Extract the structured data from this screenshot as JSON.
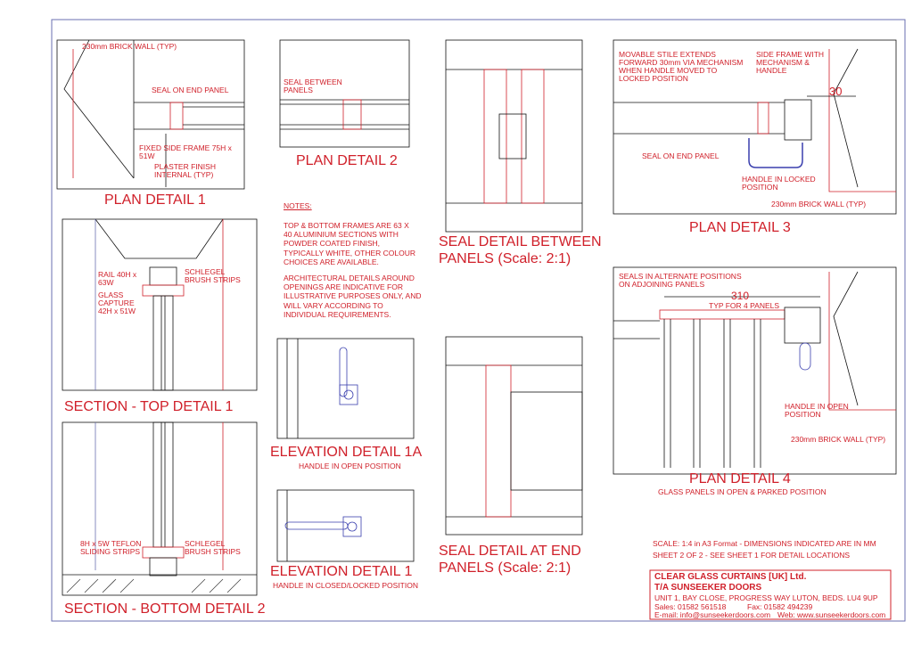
{
  "details": {
    "plan1": {
      "title": "PLAN DETAIL 1",
      "brick": "230mm BRICK WALL (TYP)",
      "seal": "SEAL ON END PANEL",
      "frame": "FIXED SIDE FRAME 75H x 51W",
      "plaster": "PLASTER FINISH INTERNAL (TYP)"
    },
    "plan2": {
      "title": "PLAN DETAIL 2",
      "seal": "SEAL BETWEEN PANELS"
    },
    "seal_between": {
      "title": "SEAL DETAIL BETWEEN PANELS (Scale: 2:1)"
    },
    "plan3": {
      "title": "PLAN DETAIL 3",
      "stile": "MOVABLE STILE EXTENDS FORWARD 30mm VIA MECHANISM WHEN HANDLE MOVED TO LOCKED POSITION",
      "side": "SIDE FRAME WITH MECHANISM & HANDLE",
      "dim": "30",
      "seal": "SEAL ON END PANEL",
      "handle": "HANDLE IN LOCKED POSITION",
      "brick": "230mm BRICK WALL (TYP)"
    },
    "top1": {
      "title": "SECTION - TOP DETAIL 1",
      "rail": "RAIL 40H x 63W",
      "glass": "GLASS CAPTURE 42H x 51W",
      "brush": "SCHLEGEL BRUSH STRIPS"
    },
    "notes": {
      "heading": "NOTES:",
      "p1": "TOP & BOTTOM FRAMES ARE 63 X 40 ALUMINIUM SECTIONS WITH POWDER COATED FINISH, TYPICALLY WHITE, OTHER COLOUR CHOICES ARE AVAILABLE.",
      "p2": "ARCHITECTURAL DETAILS AROUND OPENINGS ARE INDICATIVE FOR ILLUSTRATIVE PURPOSES ONLY, AND WILL VARY ACCORDING TO INDIVIDUAL REQUIREMENTS."
    },
    "plan4": {
      "title": "PLAN DETAIL 4",
      "subtitle": "GLASS PANELS IN OPEN & PARKED POSITION",
      "seals": "SEALS IN ALTERNATE POSITIONS ON ADJOINING PANELS",
      "dim": "310",
      "typ": "TYP FOR 4 PANELS",
      "handle": "HANDLE IN OPEN POSITION",
      "brick": "230mm BRICK WALL (TYP)"
    },
    "elev1a": {
      "title": "ELEVATION DETAIL 1A",
      "subtitle": "HANDLE IN OPEN POSITION"
    },
    "elev1": {
      "title": "ELEVATION DETAIL 1",
      "subtitle": "HANDLE IN CLOSED/LOCKED POSITION"
    },
    "seal_end": {
      "title": "SEAL DETAIL AT END PANELS (Scale: 2:1)"
    },
    "bottom2": {
      "title": "SECTION - BOTTOM DETAIL 2",
      "teflon": "8H x 5W TEFLON SLIDING STRIPS",
      "brush": "SCHLEGEL BRUSH STRIPS"
    }
  },
  "scale_note": {
    "line1": "SCALE: 1:4 in A3 Format  - DIMENSIONS INDICATED ARE IN MM",
    "line2": "SHEET 2 OF 2 - SEE SHEET 1 FOR DETAIL LOCATIONS"
  },
  "title_block": {
    "company": "CLEAR GLASS CURTAINS [UK] Ltd.",
    "trading": "T/A SUNSEEKER DOORS",
    "address": "UNIT 1, BAY CLOSE, PROGRESS WAY LUTON, BEDS. LU4 9UP",
    "sales": "Sales: 01582 561518",
    "fax": "Fax: 01582 494239",
    "email": "E-mail: info@sunseekerdoors.com",
    "web": "Web: www.sunseekerdoors.com"
  },
  "colors": {
    "line": "#111111",
    "accent": "#d0202a",
    "wall": "#444444",
    "handle": "#3a3fae"
  }
}
